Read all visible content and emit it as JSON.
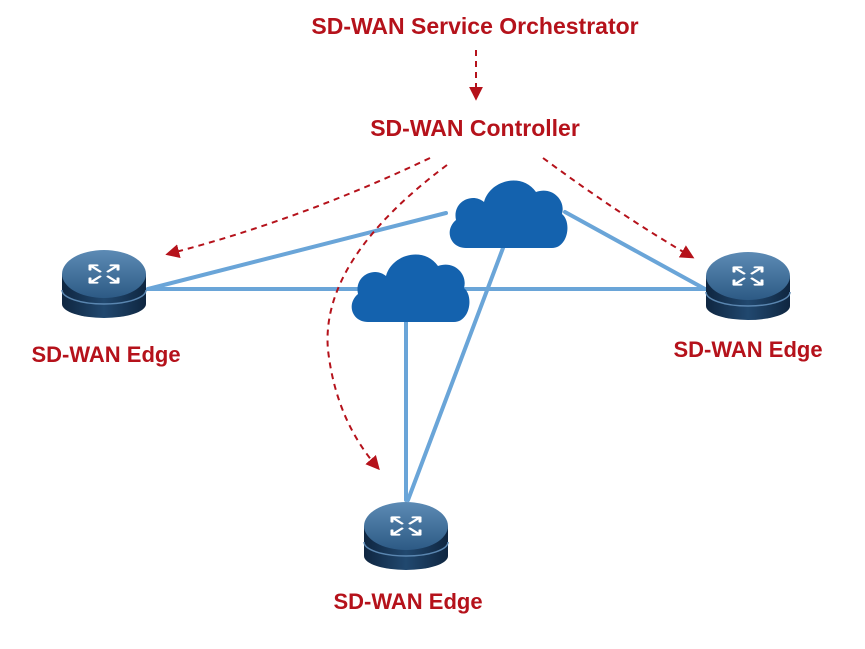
{
  "diagram": {
    "orchestrator_label": "SD-WAN Service Orchestrator",
    "controller_label": "SD-WAN Controller",
    "edges": [
      {
        "label": "SD-WAN Edge"
      },
      {
        "label": "SD-WAN Edge"
      },
      {
        "label": "SD-WAN Edge"
      }
    ],
    "clouds": [
      {
        "icon": "cloud-icon"
      },
      {
        "icon": "cloud-icon"
      }
    ],
    "device_icon": "router-icon",
    "colors": {
      "label_red": "#b5121b",
      "link_blue": "#6aa5d8",
      "cloud_blue": "#1462ae",
      "router_top": "#3f6e9a",
      "router_body": "#16324f",
      "control_red": "#b5121b"
    }
  }
}
